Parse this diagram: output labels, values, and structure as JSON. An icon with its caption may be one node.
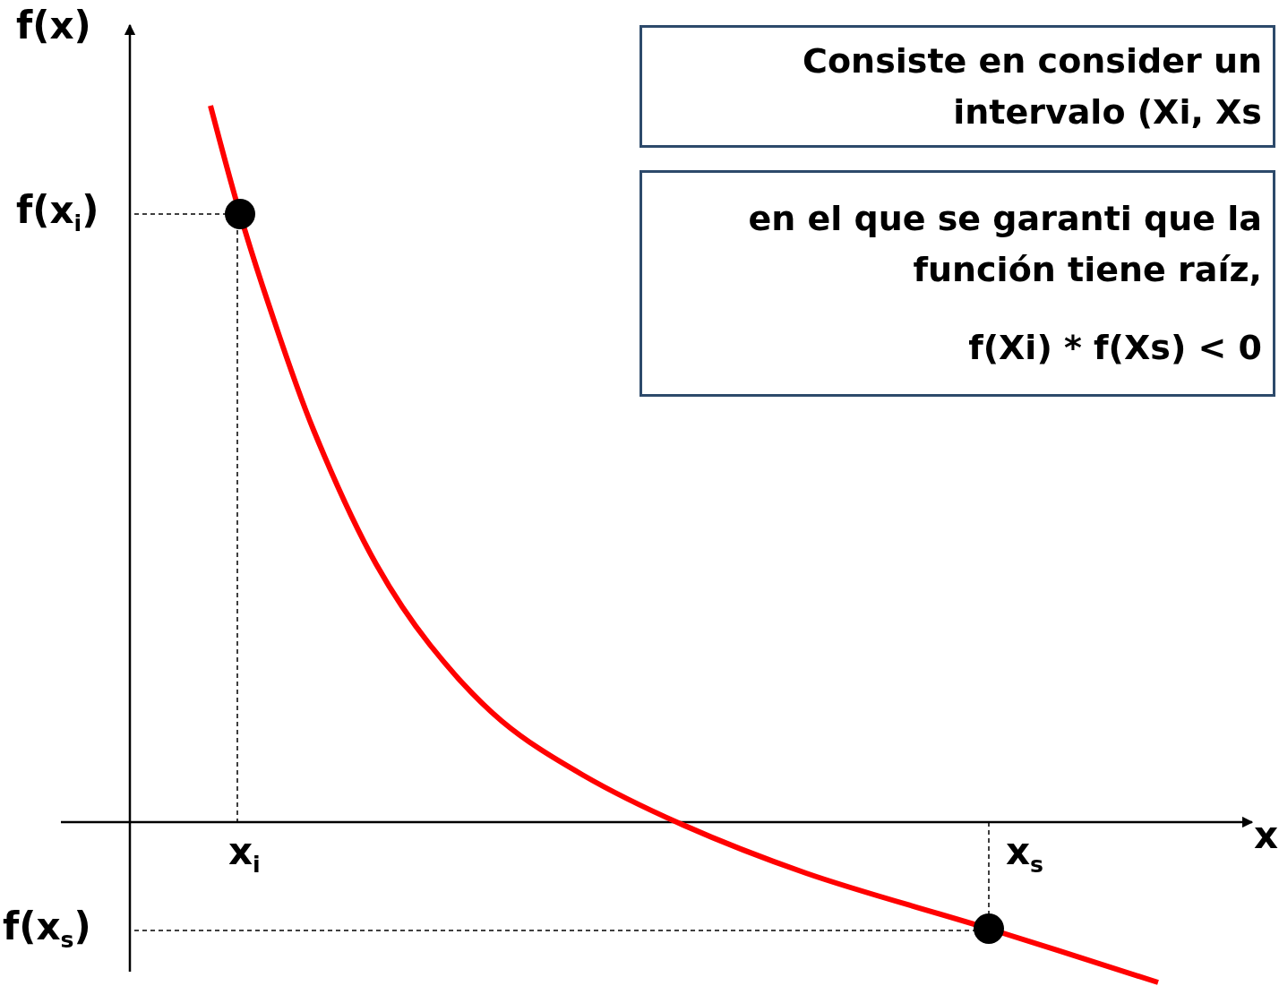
{
  "diagram": {
    "nodes": [
      {
        "text": [
          "Consiste en consider un intervalo (Xi, Xs"
        ]
      },
      {
        "text": [
          "en el que se garanti que la función tiene raíz,",
          "f(Xi) * f(Xs) < 0"
        ]
      }
    ],
    "labels": [
      "f(x)",
      "f(x$_{i}$)",
      "x$_{i}$",
      "x$_{s}$",
      "x",
      "f(x$_{s}$)"
    ]
  }
}
